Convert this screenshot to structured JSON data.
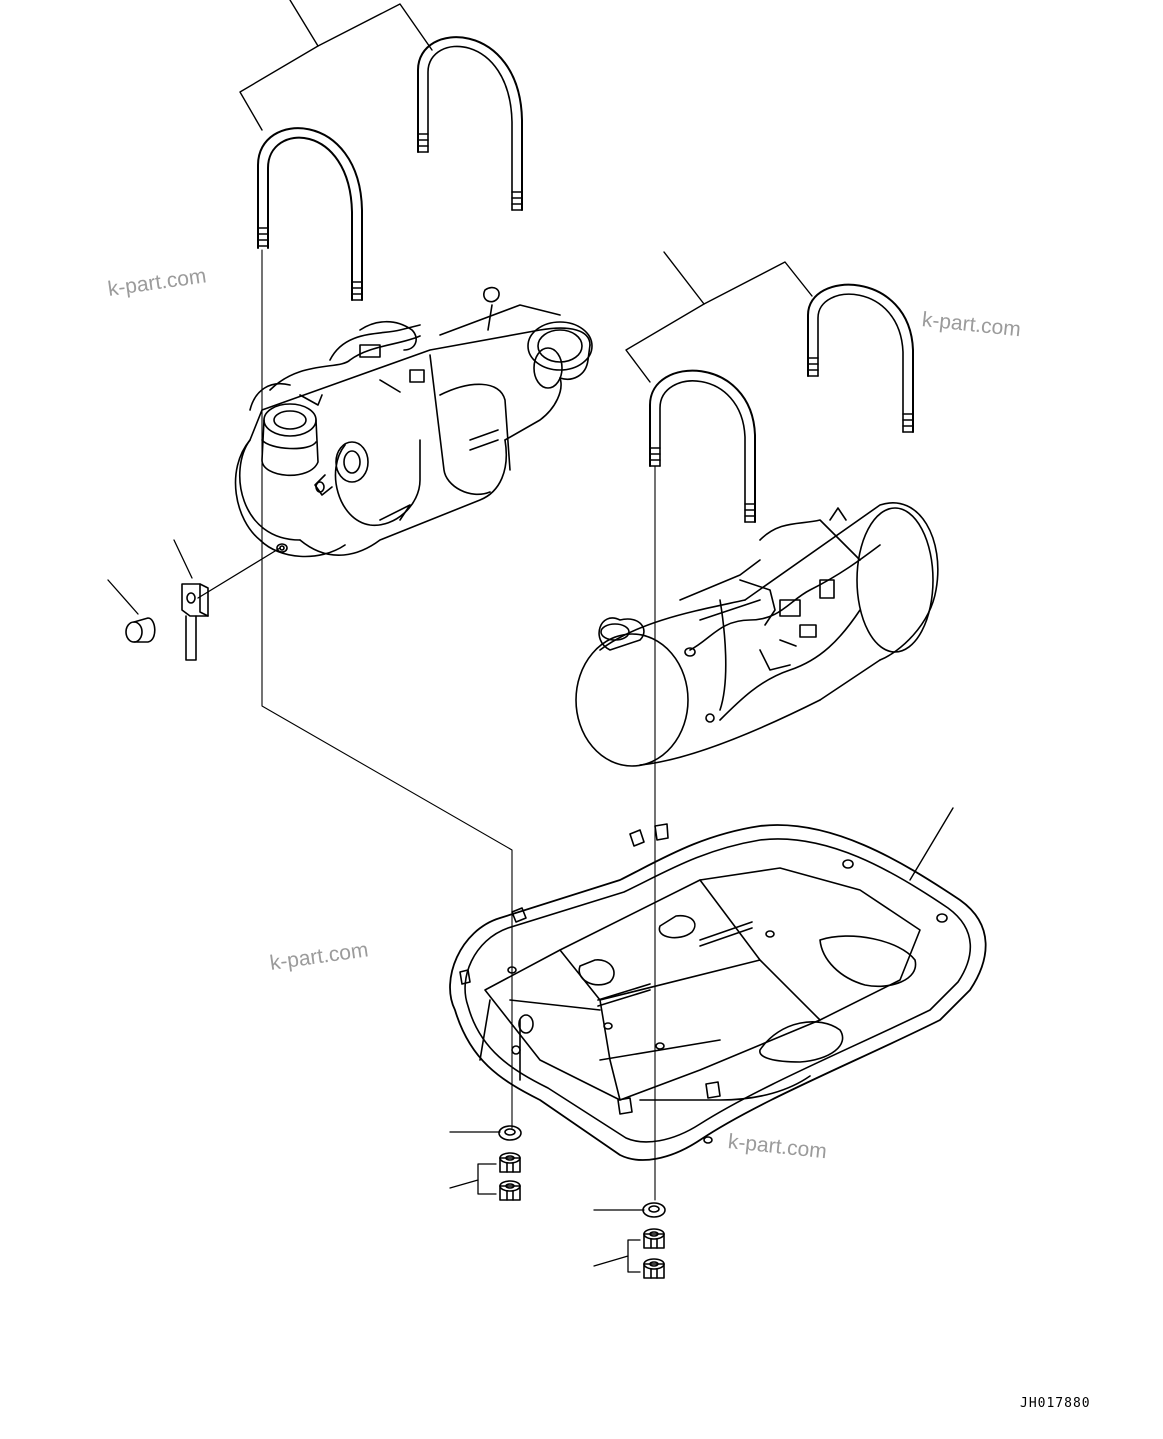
{
  "drawing": {
    "id": "JH017880",
    "watermarks": [
      "k-part.com",
      "k-part.com",
      "k-part.com",
      "k-part.com"
    ],
    "line_color": "#000000",
    "watermark_color": "#8a8a8a"
  }
}
